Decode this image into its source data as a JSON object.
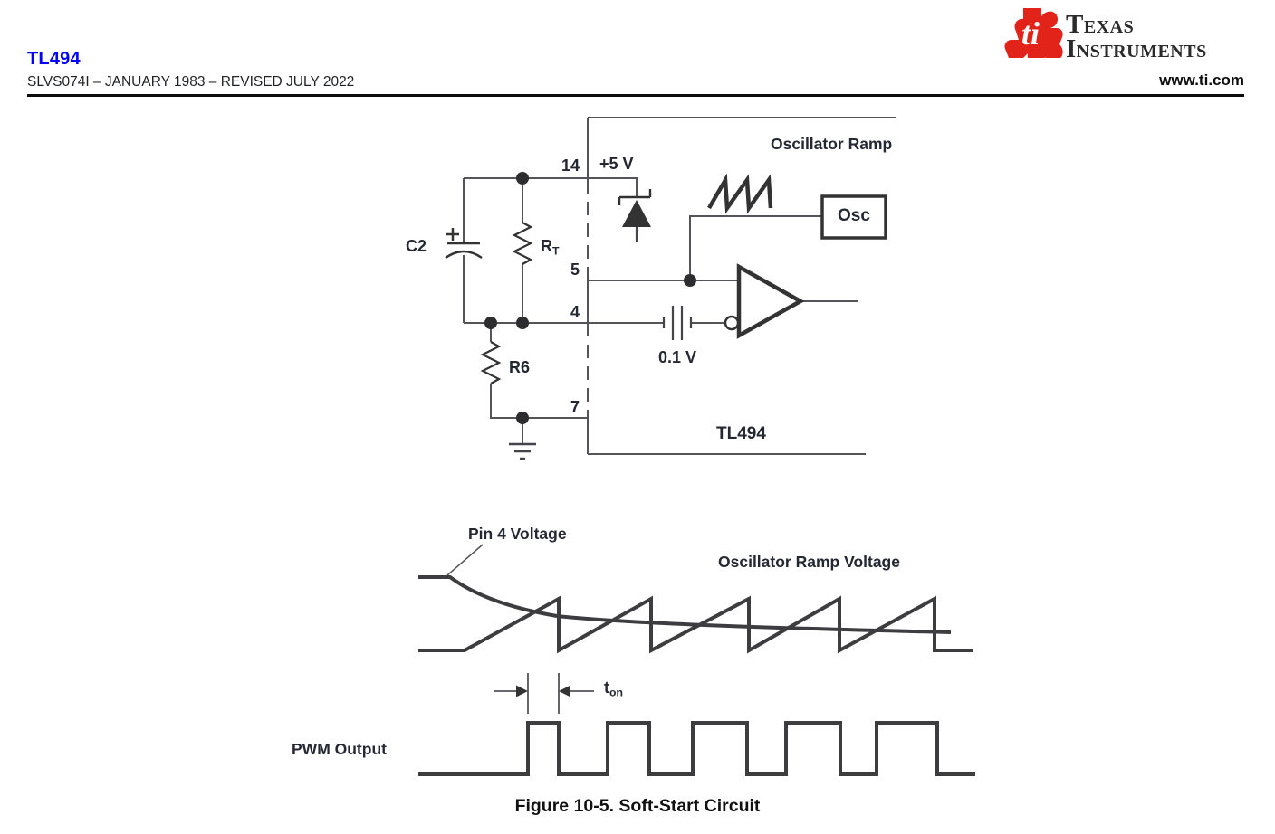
{
  "header": {
    "part_number": "TL494",
    "doc_info": "SLVS074I – JANUARY 1983 – REVISED JULY 2022",
    "brand": {
      "name_line1": "Texas",
      "name_line2": "Instruments",
      "logo_glyph": "ti",
      "logo_color": "#e2231a"
    },
    "website": "www.ti.com"
  },
  "schematic": {
    "labels": {
      "osc_ramp": "Oscillator Ramp",
      "pin14": "14",
      "supply": "+5 V",
      "cap": "C2",
      "rt_main": "R",
      "rt_sub": "T",
      "pin5": "5",
      "pin4": "4",
      "battery": "0.1 V",
      "r6": "R6",
      "pin7": "7",
      "device": "TL494",
      "osc_block": "Osc"
    }
  },
  "waveforms": {
    "labels": {
      "pin4": "Pin 4 Voltage",
      "ramp": "Oscillator Ramp Voltage",
      "ton_main": "t",
      "ton_sub": "on",
      "pwm": "PWM Output"
    }
  },
  "caption": "Figure 10-5. Soft-Start Circuit"
}
